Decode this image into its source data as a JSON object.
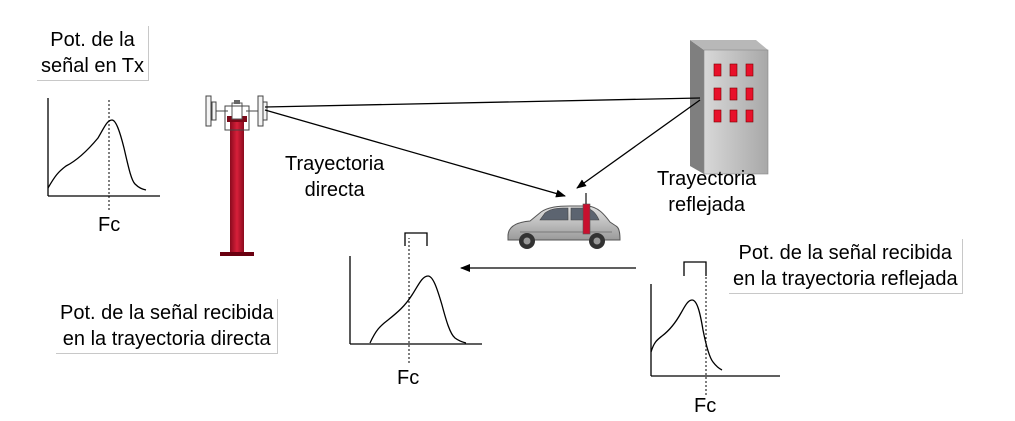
{
  "labels": {
    "tx_power_line1": "Pot. de la",
    "tx_power_line2": "señal en Tx",
    "fc_tx": "Fc",
    "direct_path_line1": "Trayectoria",
    "direct_path_line2": "directa",
    "reflected_path_line1": "Trayectoria",
    "reflected_path_line2": "reflejada",
    "rx_reflected_line1": "Pot. de la señal recibida",
    "rx_reflected_line2": "en la trayectoria reflejada",
    "rx_direct_line1": "Pot. de la señal recibida",
    "rx_direct_line2": "en la trayectoria directa",
    "fc_direct": "Fc",
    "fc_reflected": "Fc"
  },
  "icons": {
    "tower": "antenna-tower-icon",
    "building": "building-icon",
    "car": "car-icon"
  },
  "colors": {
    "tower": "#c8102e",
    "building_windows": "#e8102a",
    "building_wall": "#c8c8c8",
    "car_body": "#c8c8c8"
  }
}
